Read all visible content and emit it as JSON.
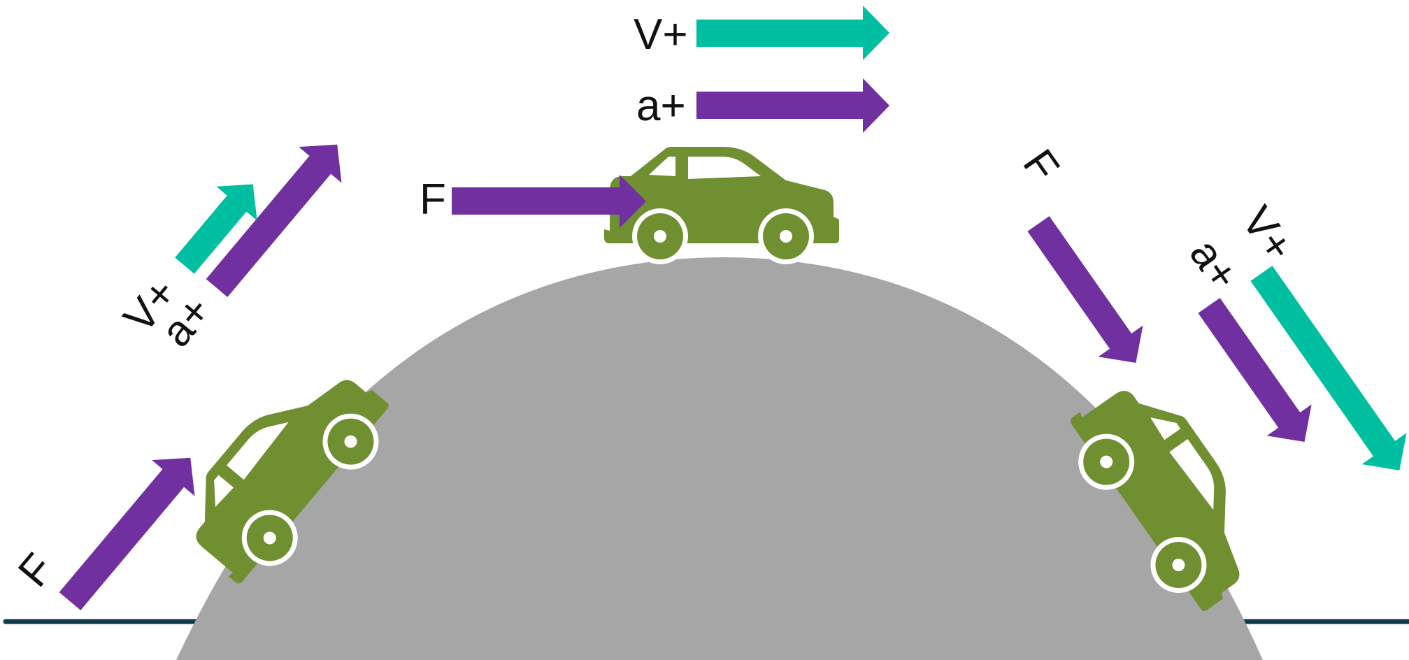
{
  "colors": {
    "velocity": "#00bfa0",
    "acceleration_force": "#7030a0",
    "car": "#6f8f30",
    "hill": "#a6a6a6",
    "ground": "#0e3a4a"
  },
  "icons": [
    "car-icon"
  ],
  "labels": {
    "top": {
      "velocity": "V+",
      "acceleration": "a+",
      "force": "F"
    },
    "left": {
      "velocity": "V+",
      "acceleration": "a+",
      "force": "F"
    },
    "right": {
      "velocity": "V+",
      "acceleration": "a+",
      "force": "F"
    }
  }
}
